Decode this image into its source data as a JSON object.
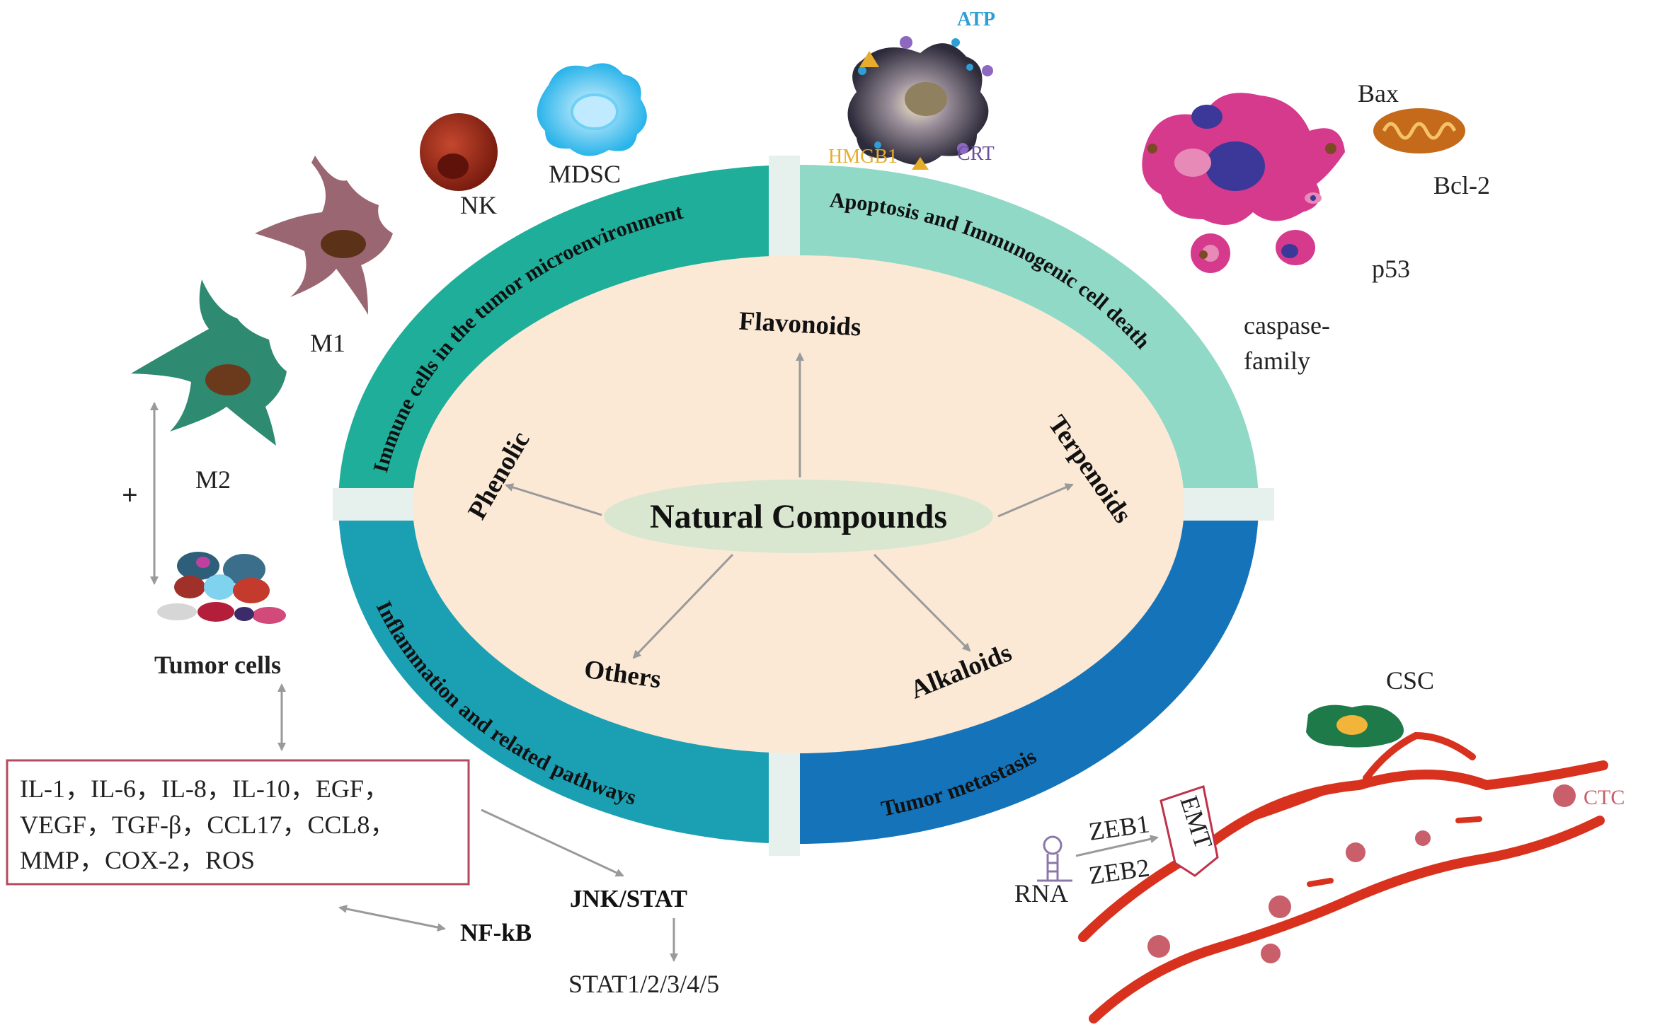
{
  "center": {
    "title": "Natural Compounds"
  },
  "compounds": {
    "flavonoids": "Flavonoids",
    "phenolic": "Phenolic",
    "terpenoids": "Terpenoids",
    "others": "Others",
    "alkaloids": "Alkaloids"
  },
  "ring": {
    "immune": "Immune cells in the tumor microenvironment",
    "apoptosis": "Apoptosis and Immunogenic cell death",
    "inflammation": "Inflammation and related pathways",
    "metastasis": "Tumor metastasis"
  },
  "immune_cells": {
    "mdsc": "MDSC",
    "nk": "NK",
    "m1": "M1",
    "m2": "M2",
    "plus": "+",
    "tumor_cells": "Tumor cells"
  },
  "icd": {
    "atp": "ATP",
    "hmgb1": "HMGB1",
    "crt": "CRT"
  },
  "apoptosis_factors": {
    "bax": "Bax",
    "bcl2": "Bcl-2",
    "p53": "p53",
    "caspase_line1": "caspase-",
    "caspase_line2": "family"
  },
  "cytokines": {
    "line1": "IL-1，IL-6，IL-8，IL-10，EGF，",
    "line2": "VEGF，TGF-β，CCL17，CCL8，",
    "line3": "MMP，COX-2，ROS"
  },
  "pathways": {
    "jnk": "JNK/STAT",
    "stat": "STAT1/2/3/4/5",
    "nfkb": "NF-kB"
  },
  "metastasis_items": {
    "csc": "CSC",
    "ctc": "CTC",
    "rna": "RNA",
    "zeb1": "ZEB1",
    "zeb2": "ZEB2",
    "emt": "EMT"
  },
  "colors": {
    "immune_quadrant": "#1fae9a",
    "apoptosis_quadrant": "#8fd9c6",
    "inflammation_quadrant": "#1b9fb3",
    "metastasis_quadrant": "#1473b9",
    "inner_fill": "#fbe9d6",
    "center_fill": "#d9e7d0",
    "cytokine_border": "#b34a5e",
    "vessel": "#d8321f",
    "atp": "#2e9fd6",
    "hmgb1": "#e6ad2c",
    "crt": "#6a4fa0",
    "ctc": "#c95f6a"
  }
}
